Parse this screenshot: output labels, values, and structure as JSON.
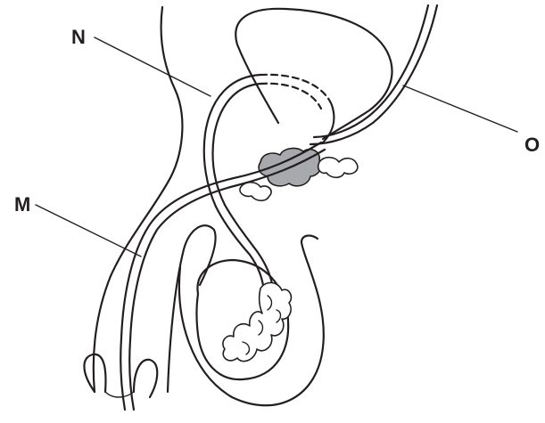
{
  "labels": {
    "m": "M",
    "n": "N",
    "o": "O"
  },
  "colors": {
    "line": "#231f20",
    "gland_fill": "#a7a9ac",
    "background": "#ffffff"
  }
}
